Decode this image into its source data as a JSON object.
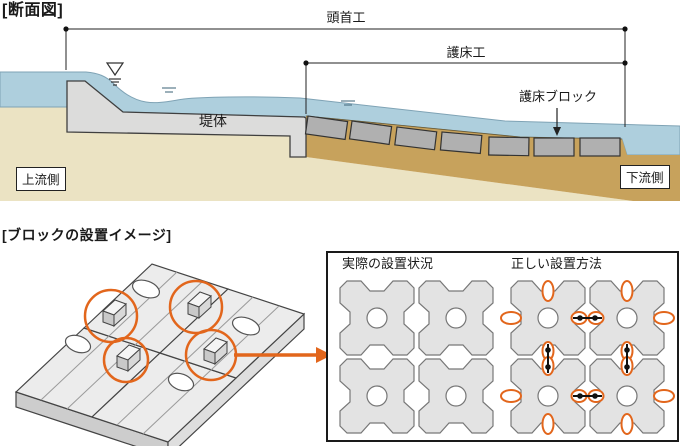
{
  "figure": {
    "cross_section": {
      "title": "[断面図]",
      "dim_headworks": "頭首工",
      "dim_bed_protection_works": "護床工",
      "label_bed_protection_block": "護床ブロック",
      "label_weir_body": "堤体",
      "label_upstream": "上流側",
      "label_downstream": "下流側",
      "bed_block_count": 7
    },
    "installation": {
      "title": "[ブロックの設置イメージ]",
      "actual_label": "実際の設置状況",
      "correct_label": "正しい設置方法",
      "blocks_per_diagram": 4,
      "highlight_circle_count": 4
    },
    "colors": {
      "water": "#aecfdd",
      "soil_light": "#ebe3c3",
      "soil_dark": "#c7a25c",
      "weir_concrete": "#dcdcdb",
      "bed_block_gray": "#b0b0b0",
      "plan_block_gray": "#e3e3e3",
      "accent_orange": "#e2661c",
      "outline": "#333333"
    },
    "icons": {
      "water_level": "water-level-icon",
      "down_arrow": "arrow-down-icon",
      "right_arrow": "arrow-right-icon"
    }
  }
}
